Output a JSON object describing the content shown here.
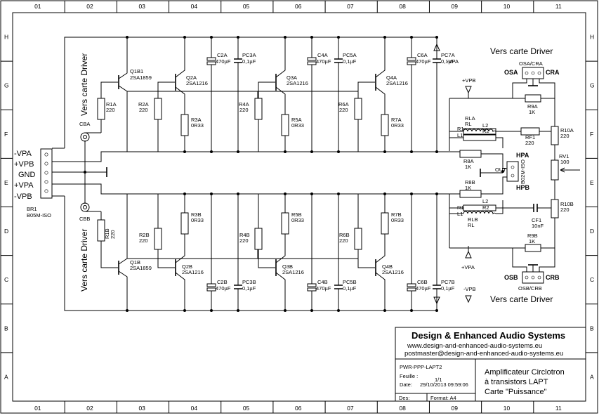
{
  "frame": {
    "col_labels": [
      "01",
      "02",
      "03",
      "04",
      "05",
      "06",
      "07",
      "08",
      "09",
      "10",
      "11"
    ],
    "row_labels": [
      "H",
      "G",
      "F",
      "E",
      "D",
      "C",
      "B",
      "A"
    ]
  },
  "nets": {
    "left": [
      "-VPA",
      "+VPB",
      "GND",
      "+VPA",
      "-VPB"
    ],
    "connector": "BR1",
    "connector_type": "B05M-ISO",
    "vpa_minus_top": "-VPA",
    "vpb_plus_top": "+VPB",
    "vpa_plus_bottom": "+VPA",
    "vpb_minus_bottom": "-VPB"
  },
  "driver_labels": {
    "left_top": "Vers carte Driver",
    "left_bottom": "Vers carte Driver",
    "right_top": "Vers carte Driver",
    "right_bottom": "Vers carte Driver"
  },
  "coax": {
    "top": "CBA",
    "bottom": "CBB"
  },
  "components": {
    "q1b1": {
      "ref": "Q1B1",
      "val": "2SA1859"
    },
    "q1b": {
      "ref": "Q1B",
      "val": "2SA1859"
    },
    "r1a": {
      "ref": "R1A",
      "val": "220"
    },
    "r1b": {
      "ref": "R1B",
      "val": "220"
    },
    "q2a": {
      "ref": "Q2A",
      "val": "2SA1216"
    },
    "q3a": {
      "ref": "Q3A",
      "val": "2SA1216"
    },
    "q4a": {
      "ref": "Q4A",
      "val": "2SA1216"
    },
    "q2b": {
      "ref": "Q2B",
      "val": "2SA1216"
    },
    "q3b": {
      "ref": "Q3B",
      "val": "2SA1216"
    },
    "q4b": {
      "ref": "Q4B",
      "val": "2SA1216"
    },
    "r2a": {
      "ref": "R2A",
      "val": "220"
    },
    "r3a": {
      "ref": "R3A",
      "val": "0R33"
    },
    "r4a": {
      "ref": "R4A",
      "val": "220"
    },
    "r5a": {
      "ref": "R5A",
      "val": "0R33"
    },
    "r6a": {
      "ref": "R6A",
      "val": "220"
    },
    "r7a": {
      "ref": "R7A",
      "val": "0R33"
    },
    "r2b": {
      "ref": "R2B",
      "val": "220"
    },
    "r3b": {
      "ref": "R3B",
      "val": "0R33"
    },
    "r4b": {
      "ref": "R4B",
      "val": "220"
    },
    "r5b": {
      "ref": "R5B",
      "val": "0R33"
    },
    "r6b": {
      "ref": "R6B",
      "val": "220"
    },
    "r7b": {
      "ref": "R7B",
      "val": "0R33"
    },
    "c2a": {
      "ref": "C2A",
      "val": "470µF"
    },
    "pc3a": {
      "ref": "PC3A",
      "val": "0,1µF"
    },
    "c4a": {
      "ref": "C4A",
      "val": "470µF"
    },
    "pc5a": {
      "ref": "PC5A",
      "val": "0,1µF"
    },
    "c6a": {
      "ref": "C6A",
      "val": "470µF"
    },
    "pc7a": {
      "ref": "PC7A",
      "val": "0,1µF"
    },
    "c2b": {
      "ref": "C2B",
      "val": "470µF"
    },
    "pc3b": {
      "ref": "PC3B",
      "val": "0,1µF"
    },
    "c4b": {
      "ref": "C4B",
      "val": "470µF"
    },
    "pc5b": {
      "ref": "PC5B",
      "val": "0,1µF"
    },
    "c6b": {
      "ref": "C6B",
      "val": "470µF"
    },
    "pc7b": {
      "ref": "PC7B",
      "val": "0,1µF"
    },
    "r8a": {
      "ref": "R8A",
      "val": "1K"
    },
    "r8b": {
      "ref": "R8B",
      "val": "1K"
    },
    "r9a": {
      "ref": "R9A",
      "val": "1K"
    },
    "r9b": {
      "ref": "R9B",
      "val": "1K"
    },
    "rla": {
      "ref": "RLA",
      "val": "RL"
    },
    "rlb": {
      "ref": "RLB",
      "val": "RL"
    },
    "rf1": {
      "ref": "RF1",
      "val": "220"
    },
    "cf1": {
      "ref": "CF1",
      "val": "10nF"
    },
    "r10a": {
      "ref": "R10A",
      "val": "220"
    },
    "r10b": {
      "ref": "R10B",
      "val": "220"
    },
    "rv1": {
      "ref": "RV1",
      "val": "100"
    },
    "out": {
      "hpa": "HPA",
      "hpb": "HPB",
      "out": "OUT",
      "ref": "B02M-ISO"
    },
    "osa": {
      "label": "OSA",
      "label2": "CRA",
      "ref": "OSA/CRA"
    },
    "osb": {
      "label": "OSB",
      "label2": "CRB",
      "ref": "OSB/CRB"
    }
  },
  "title_block": {
    "company": "Design & Enhanced Audio Systems",
    "url": "www.design-and-enhanced-audio-systems.eu",
    "email": "postmaster@design-and-enhanced-audio-systems.eu",
    "doc": "PWR-PPP-LAPT2",
    "sheet_label": "Feuille :",
    "sheet_value": "1/1",
    "date_label": "Date:",
    "date_value": "29/10/2013 09:59:06",
    "des_label": "Des:",
    "format_label": "Format: A4",
    "title1": "Amplificateur Circlotron",
    "title2": "à transistors LAPT",
    "title3": "Carte \"Puissance\""
  }
}
